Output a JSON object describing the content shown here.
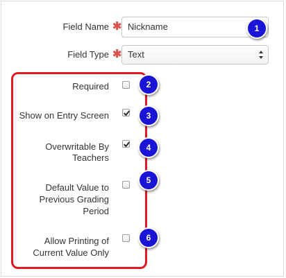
{
  "form": {
    "field_name": {
      "label": "Field Name",
      "required_marker": "✱",
      "value": "Nickname"
    },
    "field_type": {
      "label": "Field Type",
      "required_marker": "✱",
      "selected": "Text"
    },
    "options": [
      {
        "label": "Required",
        "checked": false
      },
      {
        "label": "Show on Entry Screen",
        "checked": true
      },
      {
        "label_lines": [
          "Overwritable By",
          "Teachers"
        ],
        "checked": true
      },
      {
        "label_lines": [
          "Default Value to",
          "Previous Grading",
          "Period"
        ],
        "checked": false
      },
      {
        "label_lines": [
          "Allow Printing of",
          "Current Value Only"
        ],
        "checked": false
      }
    ]
  },
  "callouts": [
    "1",
    "2",
    "3",
    "4",
    "5",
    "6"
  ],
  "colors": {
    "callout_fill": "#1a14d6",
    "highlight_border": "#e21b23",
    "required_marker": "#d9534f"
  },
  "icons": {
    "select_arrows": "up-down-arrows-icon",
    "checkmark": "checkmark-icon"
  }
}
